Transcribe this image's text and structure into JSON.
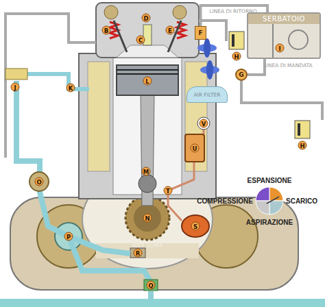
{
  "diagram": {
    "nodes": [
      {
        "text": [
          "SERBATOIO"
        ]
      },
      {
        "text": [
          "AIR FILTER"
        ]
      },
      {
        "text": [
          "F"
        ]
      },
      {
        "text": [
          "G"
        ]
      }
    ],
    "edges": [
      {
        "from": 2,
        "to": 0,
        "label": "LINEA DI RITORNO",
        "arrow": "none"
      },
      {
        "from": 0,
        "to": 3,
        "label": "LINEA DI MANDATA",
        "arrow": "none"
      }
    ],
    "labels": [
      "B",
      "C",
      "D",
      "E",
      "H",
      "H",
      "I",
      "J",
      "K",
      "L",
      "M",
      "N",
      "O",
      "P",
      "Q",
      "R",
      "S",
      "T",
      "U",
      "V",
      "WET SUMP"
    ],
    "legend": [
      {
        "text": "ESPANSIONE",
        "color": "#e8932f"
      },
      {
        "text": "COMPRESSIONE",
        "color": "#7b4fc9"
      },
      {
        "text": "SCARICO",
        "color": "#a9c9cf"
      },
      {
        "text": "ASPIRAZIONE",
        "color": "#c9c9c9"
      }
    ]
  }
}
